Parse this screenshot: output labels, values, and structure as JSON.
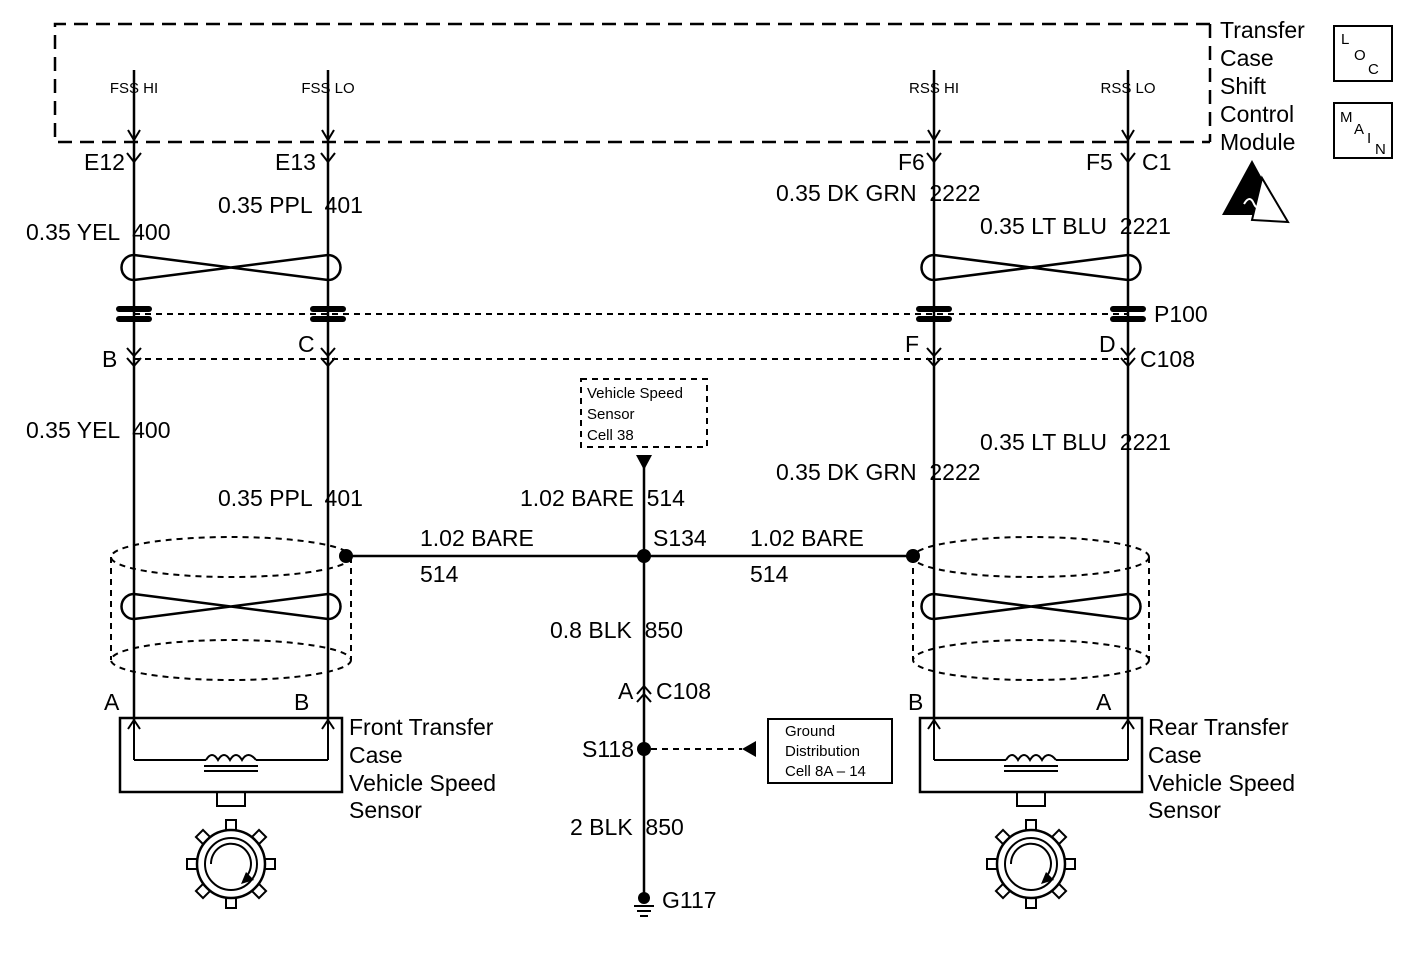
{
  "module": {
    "title_lines": [
      "Transfer",
      "Case",
      "Shift",
      "Control",
      "Module"
    ],
    "pins": [
      "FSS HI",
      "FSS LO",
      "RSS HI",
      "RSS LO"
    ]
  },
  "badges": {
    "loc": [
      "L",
      "O",
      "C"
    ],
    "main": [
      "M",
      "A",
      "I",
      "N"
    ],
    "esd_icon": "esd-sensitive-icon"
  },
  "connectors": {
    "c1": {
      "e12": "E12",
      "e13": "E13",
      "f6": "F6",
      "f5": "F5",
      "name": "C1"
    },
    "p100": "P100",
    "c108": {
      "b": "B",
      "c": "C",
      "f": "F",
      "d": "D",
      "name": "C108",
      "a": "A",
      "name2": "C108"
    }
  },
  "wires": {
    "w400_upper": "0.35 YEL  400",
    "w401_upper": "0.35 PPL  401",
    "w2222_upper": "0.35 DK GRN  2222",
    "w2221_upper": "0.35 LT BLU  2221",
    "w400_lower": "0.35 YEL  400",
    "w401_lower": "0.35 PPL  401",
    "w2222_lower": "0.35 DK GRN  2222",
    "w2221_lower": "0.35 LT BLU  2221",
    "w514_vert": "1.02 BARE  514",
    "w514_left_a": "1.02 BARE",
    "w514_left_b": "514",
    "w514_right_a": "1.02 BARE",
    "w514_right_b": "514",
    "w850_upper": "0.8 BLK  850",
    "w850_lower": "2 BLK  850"
  },
  "splices": {
    "s134": "S134",
    "s118": "S118",
    "g117": "G117"
  },
  "references": {
    "vss": [
      "Vehicle Speed",
      "Sensor",
      "Cell 38"
    ],
    "ground": [
      "Ground",
      "Distribution",
      "Cell 8A – 14"
    ]
  },
  "sensors": {
    "front": {
      "pin_a": "A",
      "pin_b": "B",
      "label": [
        "Front Transfer",
        "Case",
        "Vehicle Speed",
        "Sensor"
      ]
    },
    "rear": {
      "pin_b": "B",
      "pin_a": "A",
      "label": [
        "Rear Transfer",
        "Case",
        "Vehicle Speed",
        "Sensor"
      ]
    }
  }
}
